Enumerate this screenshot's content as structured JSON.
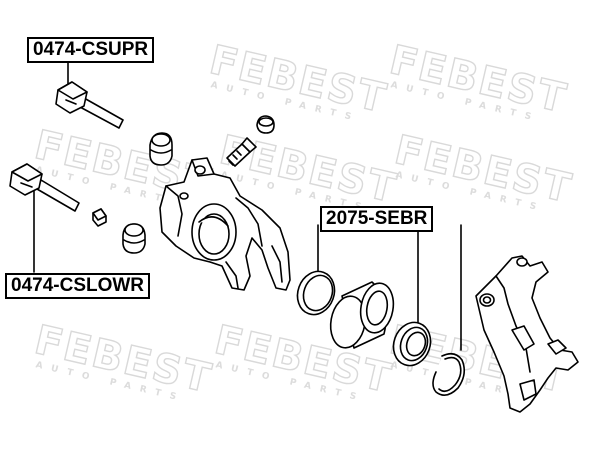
{
  "watermark": {
    "brand": "FEBEST",
    "tagline": "AUTO PARTS"
  },
  "labels": {
    "upper_pin": "0474-CSUPR",
    "lower_pin": "0474-CSLOWR",
    "seal_kit": "2075-SEBR"
  },
  "colors": {
    "line": "#000000",
    "watermark": "#d9d9d9",
    "background": "#ffffff"
  }
}
